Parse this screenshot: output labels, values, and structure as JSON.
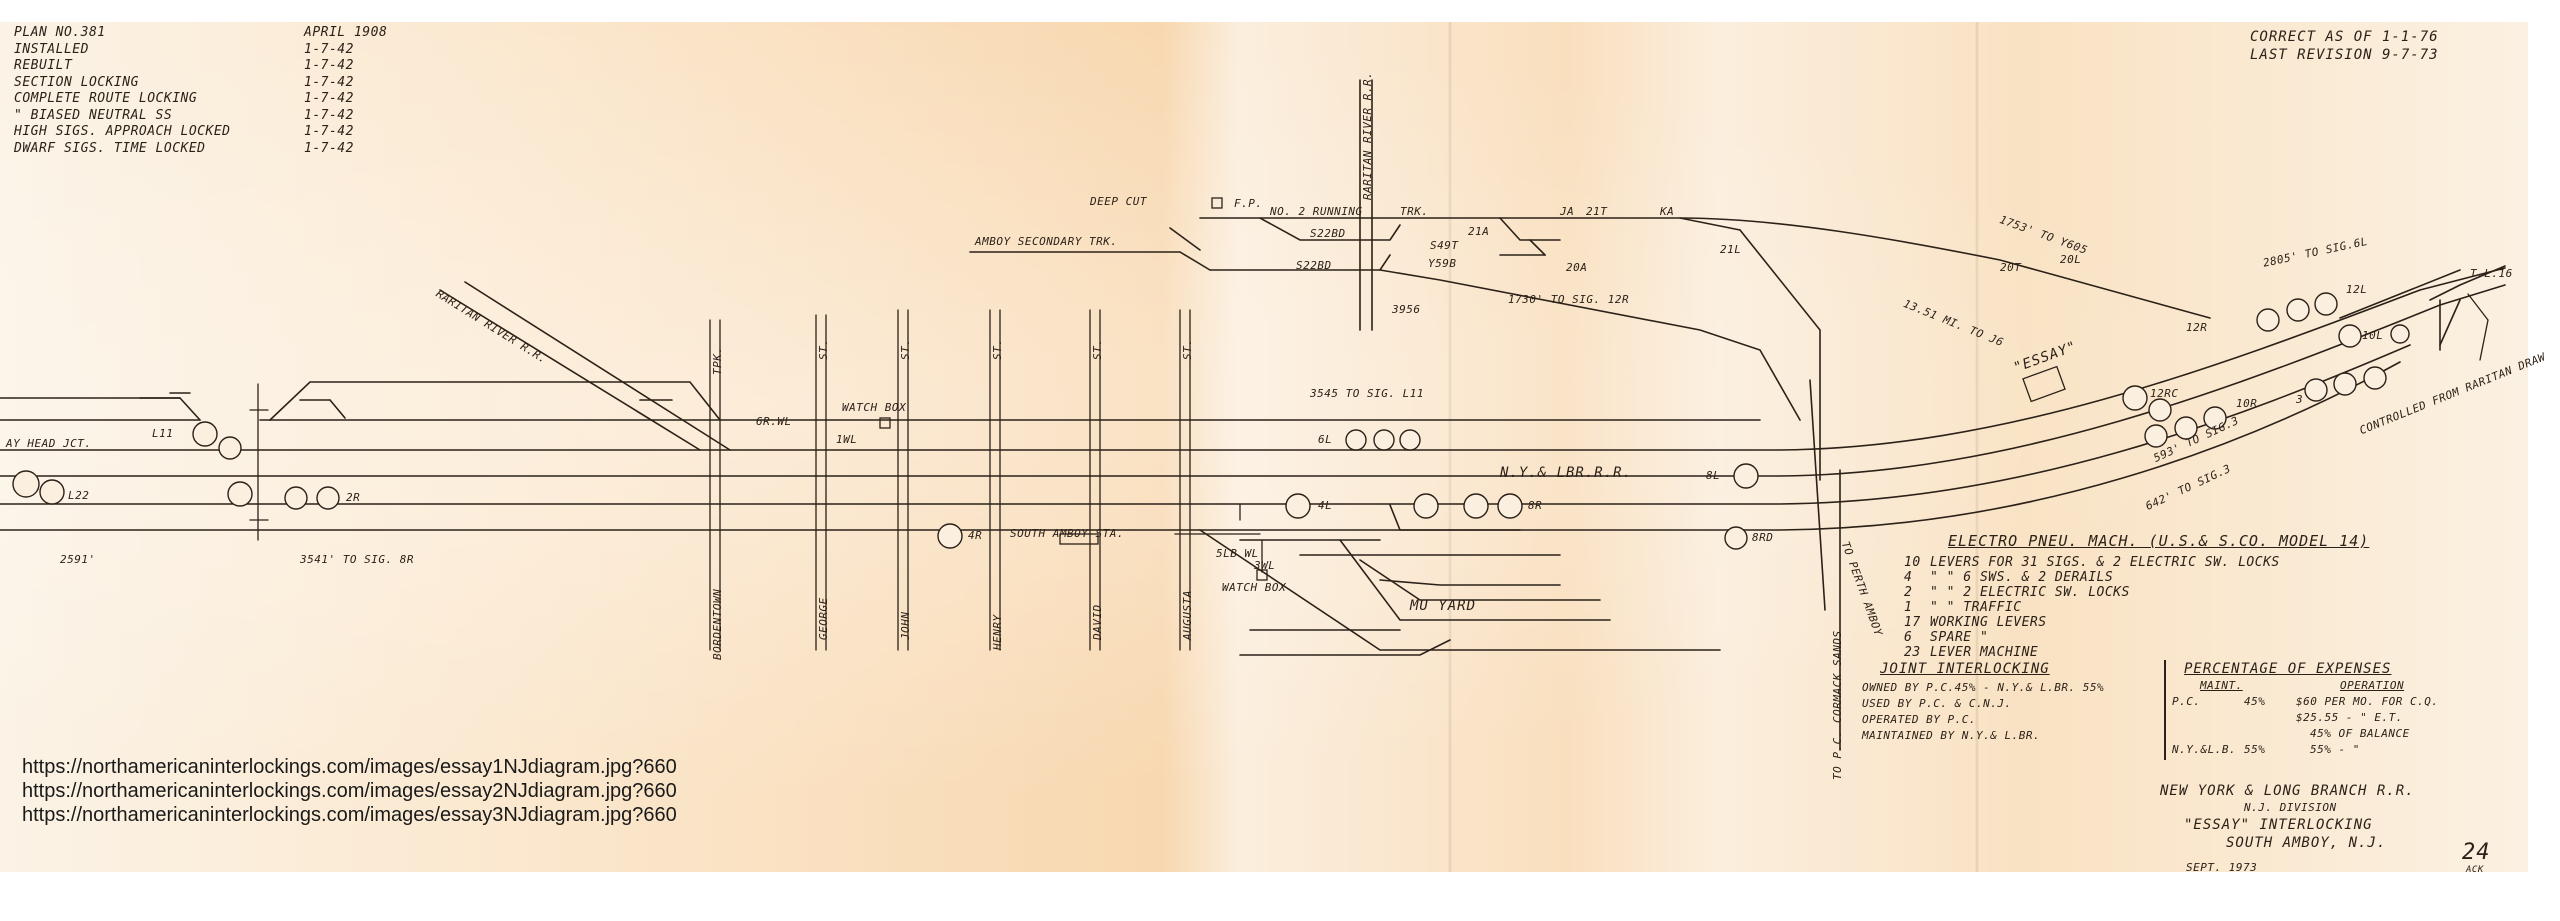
{
  "header_left": {
    "rows": [
      {
        "label": "PLAN NO.381",
        "date": "APRIL 1908"
      },
      {
        "label": "INSTALLED",
        "date": "1-7-42"
      },
      {
        "label": "REBUILT",
        "date": "1-7-42"
      },
      {
        "label": "SECTION LOCKING",
        "date": "1-7-42"
      },
      {
        "label": "COMPLETE ROUTE LOCKING",
        "date": "1-7-42"
      },
      {
        "label": "\"   BIASED NEUTRAL SS",
        "date": "1-7-42"
      },
      {
        "label": "HIGH SIGS. APPROACH LOCKED",
        "date": "1-7-42"
      },
      {
        "label": "DWARF SIGS. TIME LOCKED",
        "date": "1-7-42"
      }
    ]
  },
  "header_right": {
    "correct_as_of": "CORRECT AS OF 1-1-76",
    "last_revision": "LAST REVISION 9-7-73"
  },
  "track_labels": {
    "deep_cut": "DEEP CUT",
    "amboy_secondary": "AMBOY SECONDARY TRK.",
    "no2_running": "NO. 2 RUNNING",
    "trk": "TRK.",
    "raritan_river_rr_top": "RARITAN RIVER R.R.",
    "raritan_river_rr_left": "RARITAN RIVER R.R.",
    "ny_lbr": "N.Y.& LBR.R.R.",
    "mu_yard": "MU YARD",
    "south_amboy_sta": "SOUTH AMBOY STA.",
    "bay_head_jct": "AY HEAD JCT.",
    "essay": "\"ESSAY\"",
    "watch_box_top": "WATCH BOX",
    "watch_box_bottom": "WATCH BOX",
    "perth_amboy": "TO PERTH AMBOY",
    "pc_cormack": "TO P.C. CORMACK SANDS"
  },
  "streets": [
    "BORDENTOWN",
    "GEORGE",
    "JOHN",
    "HENRY",
    "DAVID",
    "AUGUSTA"
  ],
  "street_marks": {
    "tpk": "TPK.",
    "st": "ST."
  },
  "distances": {
    "d2591": "2591'",
    "d3541": "3541' TO SIG. 8R",
    "d3545": "3545 TO SIG. L11",
    "d3956": "3956",
    "d1730": "1730' TO SIG. 12R",
    "d1753": "1753' TO Y605",
    "d13mi": "13.51 MI. TO J6",
    "d2805": "2805' TO SIG.6L",
    "d593": "593' TO SIG.3",
    "d642": "642' TO SIG.3",
    "tl16": "T.L.16"
  },
  "signals": {
    "L11": "L11",
    "L22": "L22",
    "2R": "2R",
    "4R": "4R",
    "6L": "6L",
    "4L": "4L",
    "8R": "8R",
    "8L": "8L",
    "8RD": "8RD",
    "12L": "12L",
    "12R": "12R",
    "12RC": "12RC",
    "10L": "10L",
    "10R": "10R",
    "20L": "20L",
    "20T": "20T",
    "20A": "20A",
    "21A": "21A",
    "21L": "21L",
    "21T": "21T",
    "JA": "JA",
    "KA": "KA",
    "S22BD": "S22BD",
    "S22BD2": "S22BD",
    "S49T": "S49T",
    "Y59B": "Y59B",
    "sig3": "3",
    "6WL": "6R.WL",
    "1WL": "1WL",
    "3WL": "3WL",
    "5LB": "5LB WL",
    "FP": "F.P."
  },
  "controlled_from": "CONTROLLED FROM RARITAN DRAW",
  "machine": {
    "title": "ELECTRO PNEU. MACH. (U.S.& S.CO. MODEL 14)",
    "rows": [
      {
        "n": "10",
        "t": "LEVERS FOR 31 SIGS. & 2 ELECTRIC SW. LOCKS"
      },
      {
        "n": "4",
        "t": "\"     \"     6 SWS. & 2 DERAILS"
      },
      {
        "n": "2",
        "t": "\"     \"     2 ELECTRIC SW. LOCKS"
      },
      {
        "n": "1",
        "t": "\"     \"     TRAFFIC"
      },
      {
        "n": "17",
        "t": "WORKING LEVERS"
      },
      {
        "n": "6",
        "t": "SPARE     \""
      },
      {
        "n": "23",
        "t": "LEVER MACHINE"
      }
    ]
  },
  "joint": {
    "title": "JOINT INTERLOCKING",
    "owned": "OWNED BY P.C.45% - N.Y.& L.BR. 55%",
    "used": "USED BY P.C. & C.N.J.",
    "operated": "OPERATED BY P.C.",
    "maintained": "MAINTAINED BY N.Y.& L.BR."
  },
  "expenses": {
    "title": "PERCENTAGE OF EXPENSES",
    "maint": "MAINT.",
    "operation": "OPERATION",
    "pc": "P.C.",
    "pc_maint": "45%",
    "pc_op1": "$60 PER MO. FOR C.Q.",
    "pc_op2": "$25.55 -    \"    E.T.",
    "pc_op3": "45% OF BALANCE",
    "nylb": "N.Y.&L.B.",
    "nylb_maint": "55%",
    "nylb_op": "55%   -   \""
  },
  "titleblock": {
    "line1": "NEW YORK & LONG BRANCH R.R.",
    "line2": "N.J. DIVISION",
    "line3": "\"ESSAY\" INTERLOCKING",
    "line4": "SOUTH AMBOY, N.J.",
    "date": "SEPT. 1973",
    "sheet": "24",
    "initials": "ACK"
  },
  "urls": [
    "https://northamericaninterlockings.com/images/essay1NJdiagram.jpg?660",
    "https://northamericaninterlockings.com/images/essay2NJdiagram.jpg?660",
    "https://northamericaninterlockings.com/images/essay3NJdiagram.jpg?660"
  ]
}
